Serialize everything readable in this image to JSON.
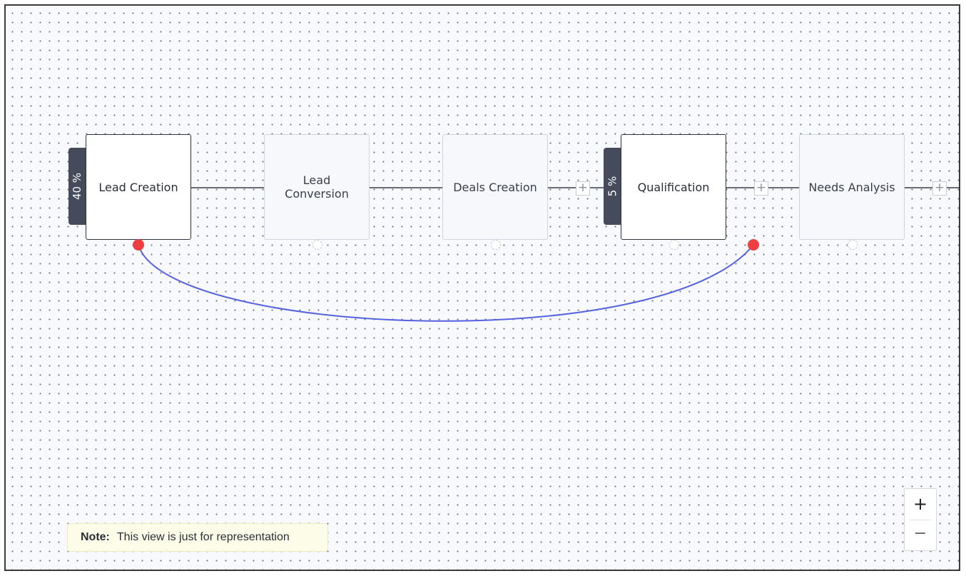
{
  "stages": [
    {
      "name": "Lead Creation",
      "state": "active",
      "badge": "40 %"
    },
    {
      "name": "Lead Conversion",
      "state": "inactive"
    },
    {
      "name": "Deals Creation",
      "state": "inactive"
    },
    {
      "name": "Qualification",
      "state": "active",
      "badge": "5 %"
    },
    {
      "name": "Needs Analysis",
      "state": "inactive"
    }
  ],
  "add_icon": "+",
  "note": {
    "label": "Note:",
    "text": "This view is just for representation"
  },
  "zoom": {
    "in_label": "+",
    "out_label": "−"
  },
  "colors": {
    "connector": "#5563e0",
    "endpoint": "#ee3e42",
    "badge": "#454b5a"
  }
}
